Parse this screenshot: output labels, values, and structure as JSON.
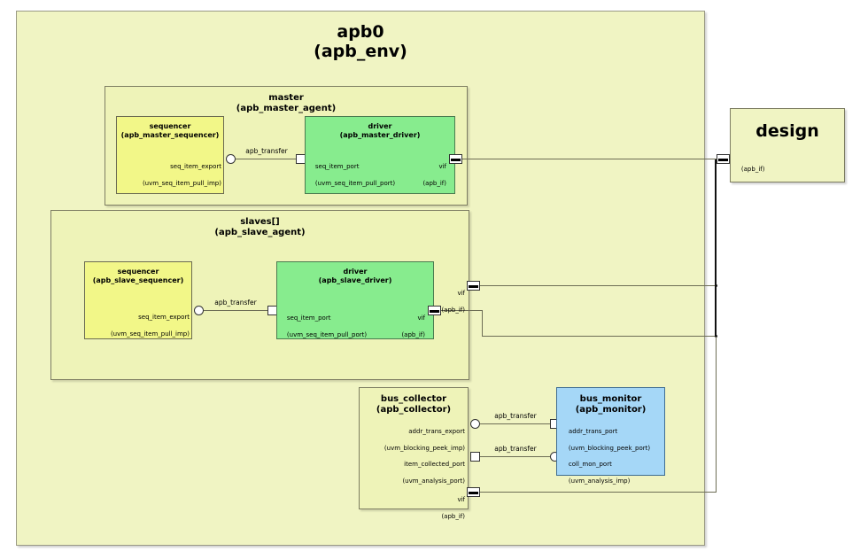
{
  "diagram": {
    "kind": "uvm-testbench-architecture",
    "env": {
      "name": "apb0",
      "type": "(apb_env)"
    },
    "design": {
      "name": "design",
      "port": "(apb_if)"
    },
    "colors": {
      "env_fill": "#f0f4c3",
      "agent_fill": "#eef3b8",
      "sequencer_fill": "#f2f788",
      "driver_fill": "#87ec8e",
      "monitor_fill": "#a5d7f7",
      "wire": "#6d6d55",
      "bus": "#111111"
    },
    "master_agent": {
      "name": "master",
      "type": "(apb_master_agent)",
      "sequencer": {
        "name": "sequencer",
        "type": "(apb_master_sequencer)",
        "port_name": "seq_item_export",
        "port_type": "(uvm_seq_item_pull_imp)"
      },
      "driver": {
        "name": "driver",
        "type": "(apb_master_driver)",
        "in_port_name": "seq_item_port",
        "in_port_type": "(uvm_seq_item_pull_port)",
        "vif_name": "vif",
        "vif_type": "(apb_if)"
      },
      "connection_label": "apb_transfer"
    },
    "slave_agent": {
      "name": "slaves[]",
      "type": "(apb_slave_agent)",
      "sequencer": {
        "name": "sequencer",
        "type": "(apb_slave_sequencer)",
        "port_name": "seq_item_export",
        "port_type": "(uvm_seq_item_pull_imp)"
      },
      "driver": {
        "name": "driver",
        "type": "(apb_slave_driver)",
        "in_port_name": "seq_item_port",
        "in_port_type": "(uvm_seq_item_pull_port)",
        "vif_name": "vif",
        "vif_type": "(apb_if)"
      },
      "agent_vif_name": "vif",
      "agent_vif_type": "(apb_if)",
      "connection_label": "apb_transfer"
    },
    "collector": {
      "name": "bus_collector",
      "type": "(apb_collector)",
      "ports": [
        {
          "name": "addr_trans_export",
          "type": "(uvm_blocking_peek_imp)"
        },
        {
          "name": "item_collected_port",
          "type": "(uvm_analysis_port)"
        },
        {
          "name": "vif",
          "type": "(apb_if)"
        }
      ]
    },
    "monitor": {
      "name": "bus_monitor",
      "type": "(apb_monitor)",
      "ports": [
        {
          "name": "addr_trans_port",
          "type": "(uvm_blocking_peek_port)"
        },
        {
          "name": "coll_mon_port",
          "type": "(uvm_analysis_imp)"
        }
      ]
    },
    "collector_monitor_links": [
      "apb_transfer",
      "apb_transfer"
    ]
  }
}
